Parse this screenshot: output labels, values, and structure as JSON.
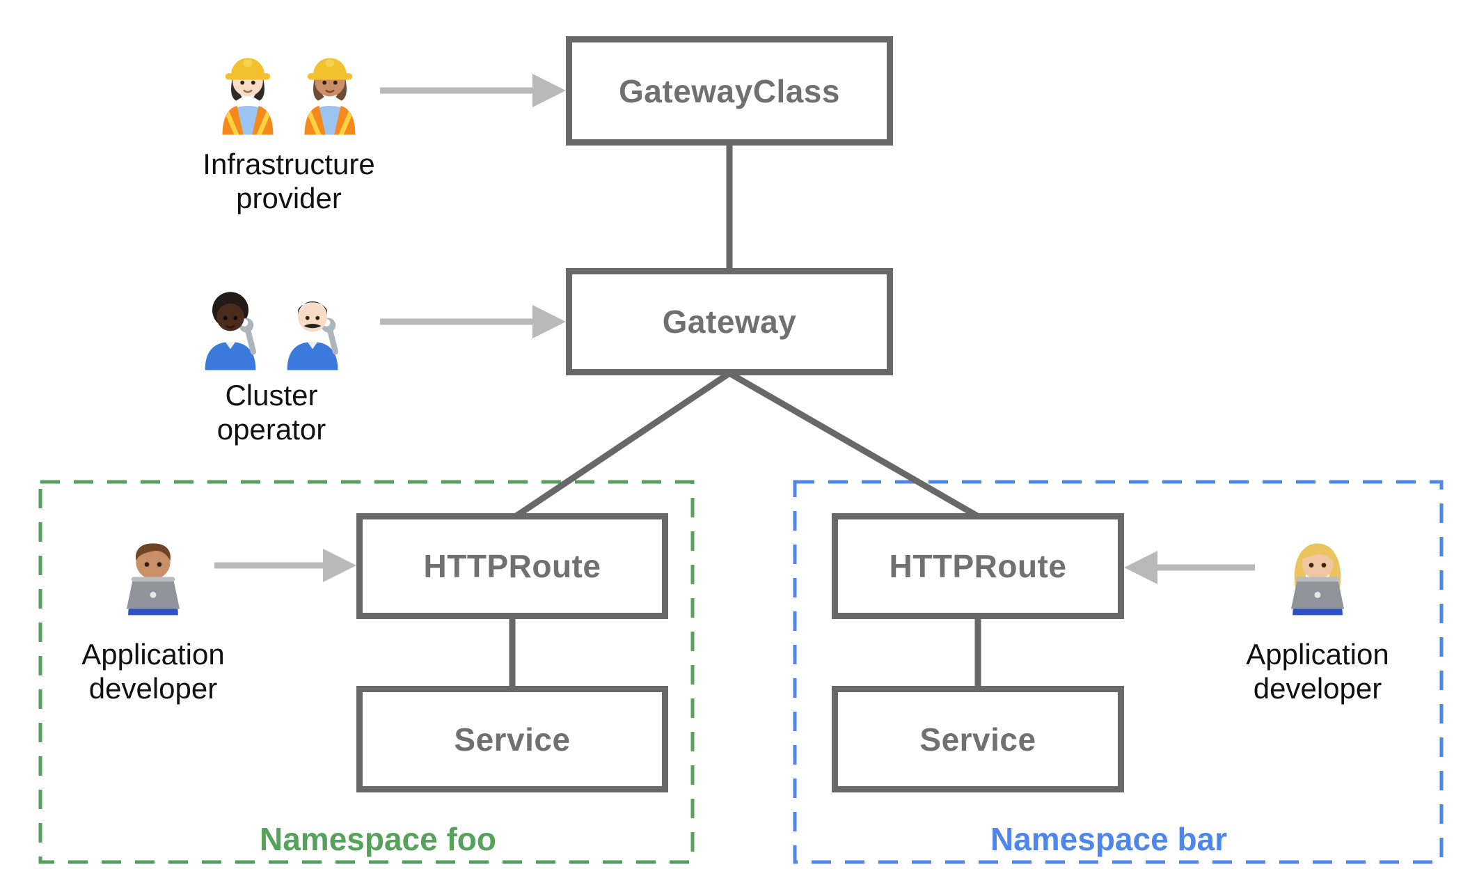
{
  "nodes": {
    "gateway_class": {
      "label": "GatewayClass"
    },
    "gateway": {
      "label": "Gateway"
    },
    "httproute_foo": {
      "label": "HTTPRoute"
    },
    "service_foo": {
      "label": "Service"
    },
    "httproute_bar": {
      "label": "HTTPRoute"
    },
    "service_bar": {
      "label": "Service"
    }
  },
  "personas": {
    "infrastructure_provider": {
      "label": "Infrastructure provider",
      "icons": [
        {
          "name": "woman-construction-worker-light-icon",
          "emoji": "👷🏻‍♀️"
        },
        {
          "name": "woman-construction-worker-medium-icon",
          "emoji": "👷🏽‍♀️"
        }
      ]
    },
    "cluster_operator": {
      "label": "Cluster operator",
      "icons": [
        {
          "name": "mechanic-dark-icon",
          "emoji": "🧑🏿‍🔧"
        },
        {
          "name": "man-mechanic-light-icon",
          "emoji": "👨🏻‍🔧"
        }
      ]
    },
    "app_developer_foo": {
      "label": "Application developer",
      "icons": [
        {
          "name": "man-technologist-icon",
          "emoji": "👨🏽‍💻"
        }
      ]
    },
    "app_developer_bar": {
      "label": "Application developer",
      "icons": [
        {
          "name": "woman-technologist-icon",
          "emoji": "👩🏼‍💻"
        }
      ]
    }
  },
  "namespaces": {
    "foo": {
      "label": "Namespace foo",
      "color": "#57A15C"
    },
    "bar": {
      "label": "Namespace bar",
      "color": "#4F86EC"
    }
  },
  "colors": {
    "background": "#FFFFFF",
    "box_border": "#686868",
    "box_text": "#707070",
    "connector_line": "#686868",
    "arrow": "#B9B9B9",
    "persona_text": "#111111"
  }
}
